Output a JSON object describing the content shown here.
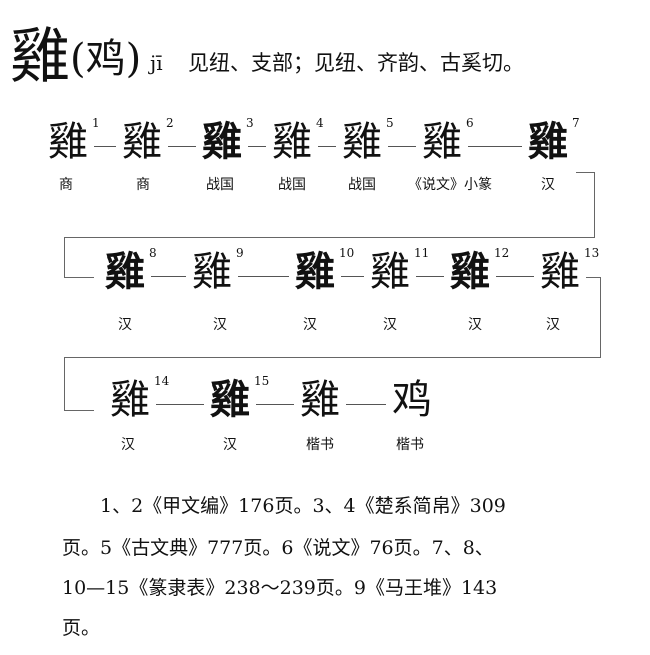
{
  "header": {
    "character": "雞",
    "simplified": "(鸡)",
    "pinyin": "jī",
    "description": "见纽、支部；见纽、齐韵、古奚切。"
  },
  "rows": [
    [
      {
        "glyph": "雞",
        "num": "1",
        "label": "商"
      },
      {
        "glyph": "雞",
        "num": "2",
        "label": "商"
      },
      {
        "glyph": "雞",
        "num": "3",
        "label": "战国"
      },
      {
        "glyph": "雞",
        "num": "4",
        "label": "战国"
      },
      {
        "glyph": "雞",
        "num": "5",
        "label": "战国"
      },
      {
        "glyph": "雞",
        "num": "6",
        "label": "《说文》小篆"
      },
      {
        "glyph": "雞",
        "num": "7",
        "label": "汉"
      }
    ],
    [
      {
        "glyph": "雞",
        "num": "8",
        "label": "汉"
      },
      {
        "glyph": "雞",
        "num": "9",
        "label": "汉"
      },
      {
        "glyph": "雞",
        "num": "10",
        "label": "汉"
      },
      {
        "glyph": "雞",
        "num": "11",
        "label": "汉"
      },
      {
        "glyph": "雞",
        "num": "12",
        "label": "汉"
      },
      {
        "glyph": "雞",
        "num": "13",
        "label": "汉"
      }
    ],
    [
      {
        "glyph": "雞",
        "num": "14",
        "label": "汉"
      },
      {
        "glyph": "雞",
        "num": "15",
        "label": "汉"
      },
      {
        "glyph": "雞",
        "num": "",
        "label": "楷书"
      },
      {
        "glyph": "鸡",
        "num": "",
        "label": "楷书"
      }
    ]
  ],
  "sources": [
    "1、2《甲文编》176页。3、4《楚系简帛》309",
    "页。5《古文典》777页。6《说文》76页。7、8、",
    "10—15《篆隶表》238～239页。9《马王堆》143",
    "页。"
  ]
}
